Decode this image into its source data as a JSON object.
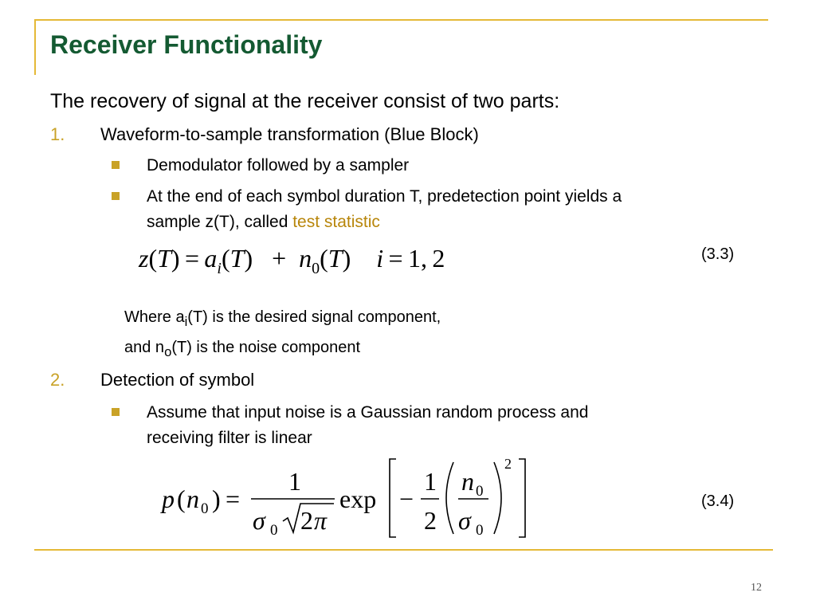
{
  "slide": {
    "title": "Receiver Functionality",
    "intro": "The recovery of signal at the receiver consist of two parts:",
    "item1": {
      "num": "1.",
      "text": "Waveform-to-sample transformation (Blue Block)",
      "bullets": [
        "Demodulator followed by a sampler",
        "At the end of each symbol duration T, predetection point yields a",
        "sample z(T), called "
      ],
      "highlight": "test statistic"
    },
    "eq33_label": "(3.3)",
    "where": {
      "line1_a": "Where a",
      "line1_sub": "i",
      "line1_b": "(T) is the desired signal component,",
      "line2_a": "and n",
      "line2_sub": "o",
      "line2_b": "(T) is the noise component"
    },
    "item2": {
      "num": "2.",
      "text": "Detection of symbol",
      "bullets": [
        "Assume that input noise is a Gaussian random process and",
        "receiving filter is linear"
      ]
    },
    "eq34_label": "(3.4)",
    "page_number": "12"
  },
  "colors": {
    "title": "#145a32",
    "accent": "#c9a227",
    "highlight": "#b8860b",
    "frame": "#e5b937"
  }
}
